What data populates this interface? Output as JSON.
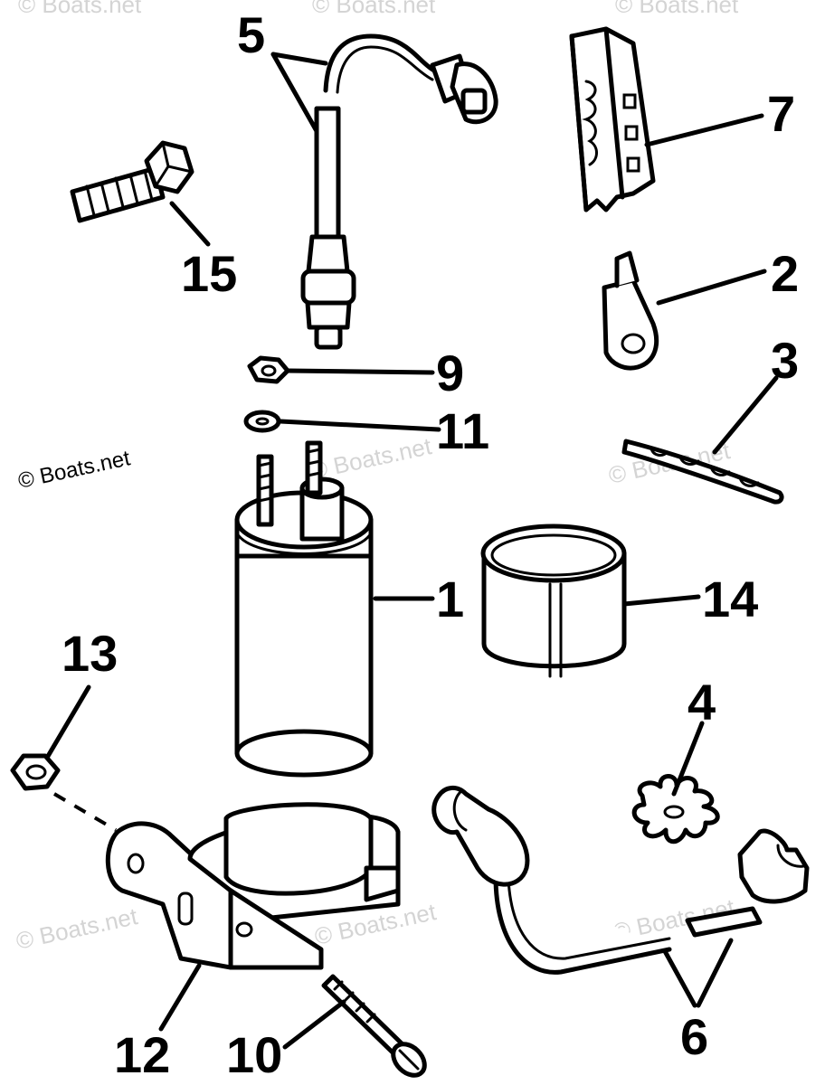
{
  "watermark": {
    "text": "© Boats.net",
    "faint_text": "© Boats.net"
  },
  "callouts": {
    "c1": "1",
    "c2": "2",
    "c3": "3",
    "c4": "4",
    "c5": "5",
    "c6": "6",
    "c7": "7",
    "c9": "9",
    "c10": "10",
    "c11": "11",
    "c12": "12",
    "c13": "13",
    "c14": "14",
    "c15": "15"
  }
}
